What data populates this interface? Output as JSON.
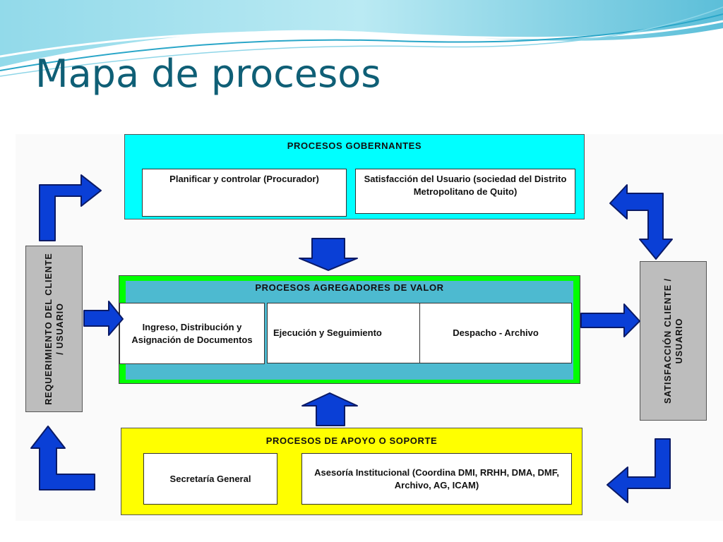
{
  "slide": {
    "title": "Mapa de procesos"
  },
  "colors": {
    "title": "#0f5f76",
    "gobernantes_bg": "#00ffff",
    "agregadores_border": "#00ff00",
    "agregadores_bg": "#4dbad0",
    "apoyo_bg": "#ffff00",
    "side_bg": "#bdbdbd",
    "arrow": "#0a3fd6"
  },
  "diagram": {
    "gobernantes": {
      "label": "PROCESOS GOBERNANTES",
      "items": [
        "Planificar y controlar (Procurador)",
        "Satisfacción del Usuario (sociedad del Distrito Metropolitano de Quito)"
      ]
    },
    "agregadores": {
      "label": "PROCESOS AGREGADORES DE VALOR",
      "items": [
        "Ingreso, Distribución y Asignación de Documentos",
        "Ejecución y Seguimiento",
        "Despacho - Archivo"
      ]
    },
    "apoyo": {
      "label": "PROCESOS DE APOYO O SOPORTE",
      "items": [
        "Secretaría General",
        "Asesoría Institucional (Coordina DMI, RRHH, DMA, DMF, Archivo, AG, ICAM)"
      ]
    },
    "requerimiento": "REQUERIMIENTO DEL CLIENTE / USUARIO",
    "satisfaccion": "SATISFACCIÓN CLIENTE / USUARIO"
  }
}
